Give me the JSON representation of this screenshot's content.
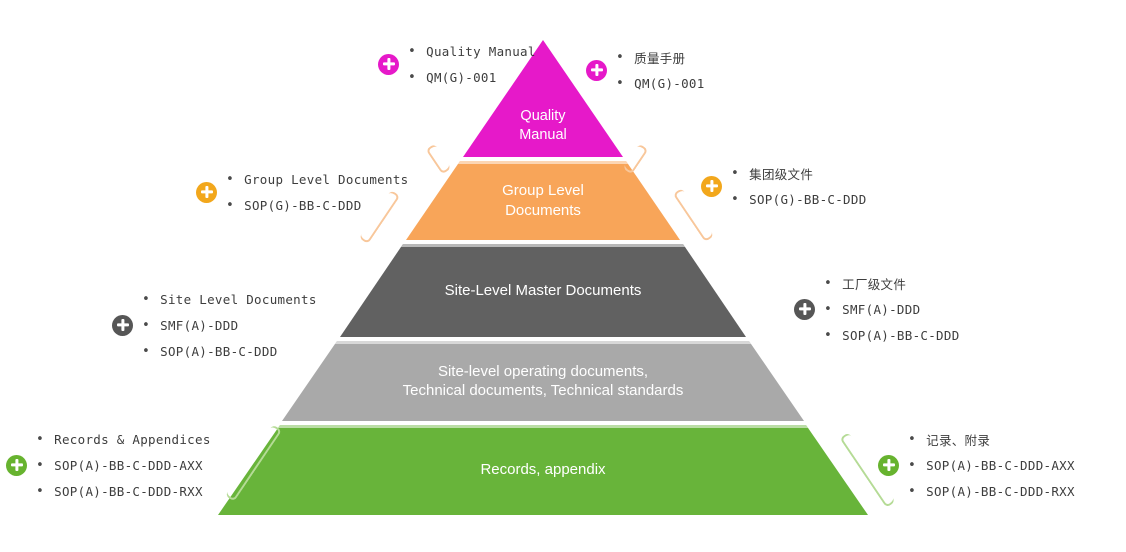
{
  "colors": {
    "magenta": "#e619c9",
    "orange": "#f8a559",
    "dark_gray": "#616161",
    "light_gray": "#a9a9a9",
    "green": "#68b43a",
    "icon_orange": "#f2a71c",
    "icon_gray": "#565656",
    "icon_green": "#67b32f",
    "bracket_orange": "#f8c79b",
    "bracket_green": "#b5db96"
  },
  "pyramid": {
    "levels": [
      {
        "name": "quality-manual",
        "color": "#e619c9",
        "lines": [
          "Quality",
          "Manual"
        ]
      },
      {
        "name": "group-level-documents",
        "color": "#f8a559",
        "lines": [
          "Group Level",
          "Documents"
        ]
      },
      {
        "name": "site-level-master-documents",
        "color": "#616161",
        "lines": [
          "Site-Level Master Documents"
        ]
      },
      {
        "name": "site-level-operating-documents",
        "color": "#a9a9a9",
        "lines": [
          "Site-level operating documents,",
          "Technical documents, Technical standards"
        ]
      },
      {
        "name": "records-appendix",
        "color": "#68b43a",
        "lines": [
          "Records, appendix"
        ]
      }
    ]
  },
  "annotations": {
    "left": [
      {
        "icon": "plus-icon",
        "icon_color": "#e619c9",
        "items": [
          "Quality Manual",
          "QM(G)-001"
        ]
      },
      {
        "icon": "plus-icon",
        "icon_color": "#f2a71c",
        "items": [
          "Group Level Documents",
          "SOP(G)-BB-C-DDD"
        ]
      },
      {
        "icon": "plus-icon",
        "icon_color": "#565656",
        "items": [
          "Site Level Documents",
          "SMF(A)-DDD",
          "SOP(A)-BB-C-DDD"
        ]
      },
      {
        "icon": "plus-icon",
        "icon_color": "#67b32f",
        "items": [
          "Records & Appendices",
          "SOP(A)-BB-C-DDD-AXX",
          "SOP(A)-BB-C-DDD-RXX"
        ]
      }
    ],
    "right": [
      {
        "icon": "plus-icon",
        "icon_color": "#e619c9",
        "items": [
          "质量手册",
          "QM(G)-001"
        ]
      },
      {
        "icon": "plus-icon",
        "icon_color": "#f2a71c",
        "items": [
          "集团级文件",
          "SOP(G)-BB-C-DDD"
        ]
      },
      {
        "icon": "plus-icon",
        "icon_color": "#565656",
        "items": [
          "工厂级文件",
          "SMF(A)-DDD",
          "SOP(A)-BB-C-DDD"
        ]
      },
      {
        "icon": "plus-icon",
        "icon_color": "#67b32f",
        "items": [
          "记录、附录",
          "SOP(A)-BB-C-DDD-AXX",
          "SOP(A)-BB-C-DDD-RXX"
        ]
      }
    ]
  }
}
